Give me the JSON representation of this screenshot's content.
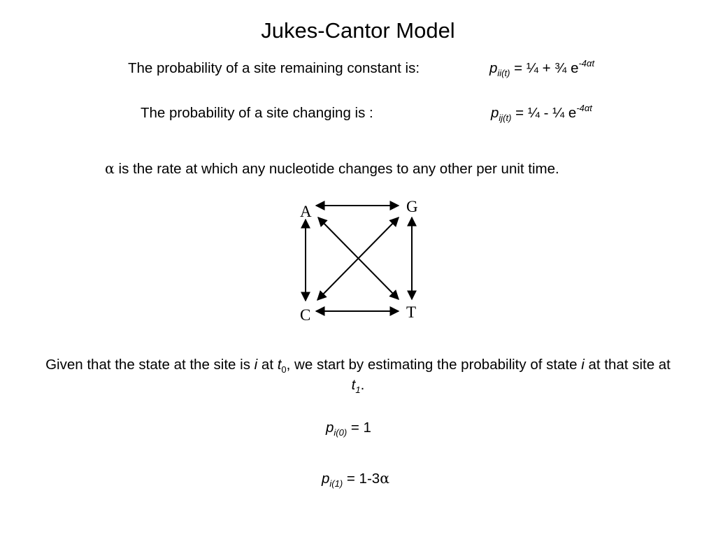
{
  "title": "Jukes-Cantor Model",
  "constant": {
    "label": "The probability of a site remaining constant is:",
    "p": "p",
    "sub": "ii(t)",
    "rhs": " = ¼ + ¾ e",
    "sup": "-4αt"
  },
  "changing": {
    "label": "The probability of a site changing is :",
    "p": "p",
    "sub": "ij(t)",
    "rhs": " = ¼ - ¼ e",
    "sup": "-4αt"
  },
  "alpha_line": {
    "symbol": "α",
    "text": " is the rate at which any nucleotide changes to any other per unit time."
  },
  "diagram": {
    "nodes": {
      "a": "A",
      "g": "G",
      "c": "C",
      "t": "T"
    }
  },
  "given": {
    "part1": "Given that the state at the site is ",
    "i1": "i",
    "part2": " at ",
    "t": "t",
    "sub0": "0",
    "part3": ", we start by estimating the probability of state ",
    "i2": "i",
    "part4": " at that site at ",
    "t1": "t",
    "sub1": "1",
    "part5": "."
  },
  "p0": {
    "p": "p",
    "sub": "i(0)",
    "rhs": " = 1"
  },
  "p1": {
    "p": "p",
    "sub": "i(1)",
    "rhs": " = 1-3",
    "alpha": "α"
  }
}
